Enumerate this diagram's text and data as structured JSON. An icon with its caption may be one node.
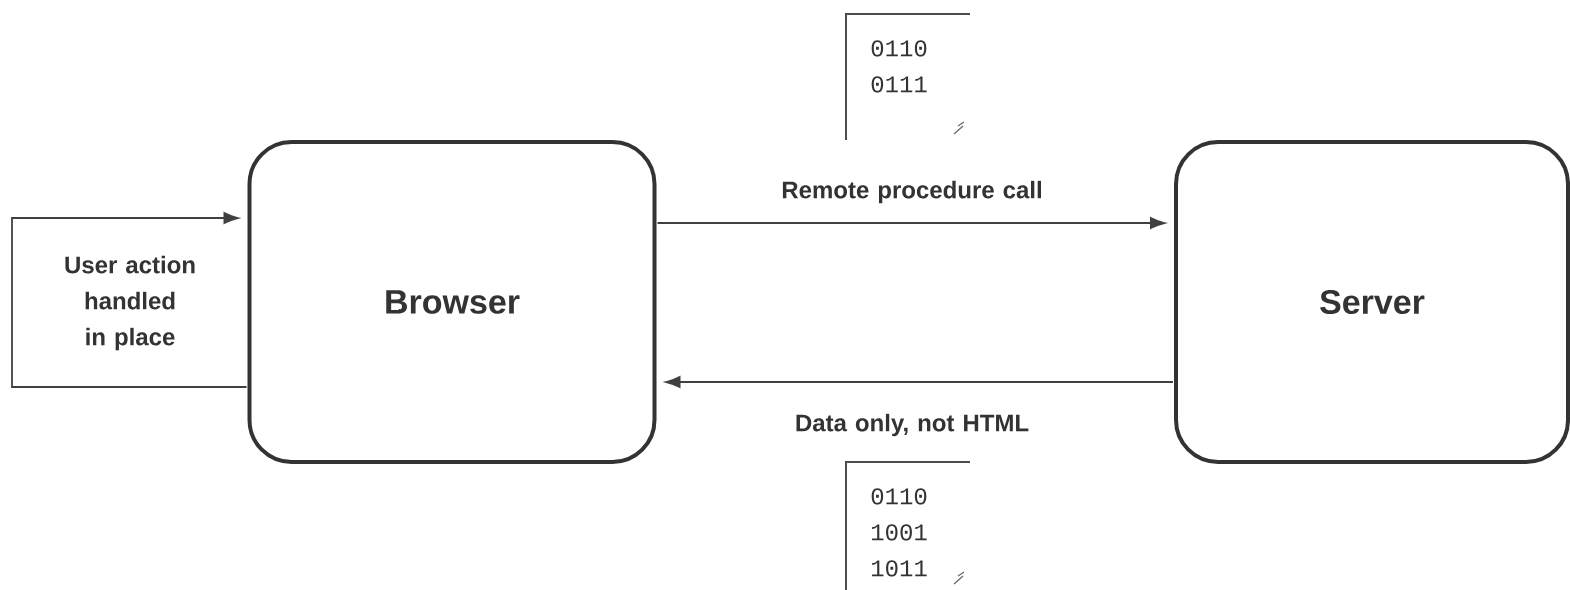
{
  "diagram": {
    "nodes": [
      {
        "text": [
          "Browser"
        ]
      },
      {
        "text": [
          "Server"
        ]
      },
      {
        "text": [
          "0110 0111"
        ]
      },
      {
        "text": [
          "0110 1001 1011"
        ]
      }
    ],
    "edges": [
      {
        "from": 0,
        "to": 1,
        "arrow": "to",
        "label": "Remote procedure call"
      },
      {
        "from": 1,
        "to": 0,
        "arrow": "to",
        "label": "Data only, not HTML"
      },
      {
        "from": 0,
        "to": 0,
        "arrow": "to",
        "label": "User action handled in place"
      }
    ]
  }
}
